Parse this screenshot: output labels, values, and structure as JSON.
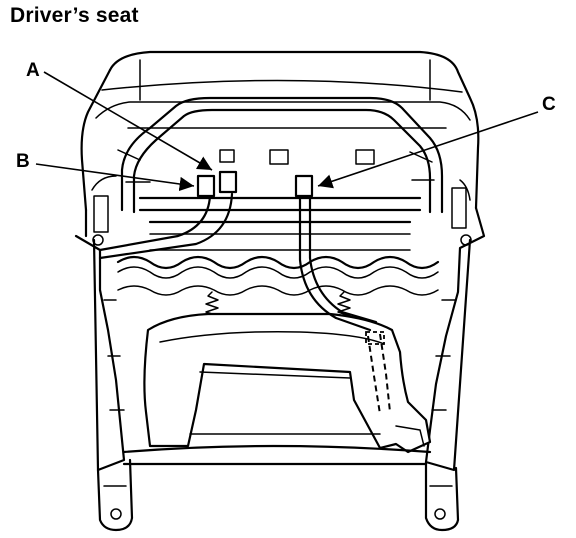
{
  "title": "Driver’s seat",
  "callouts": {
    "a": "A",
    "b": "B",
    "c": "C"
  },
  "colors": {
    "ink": "#000000",
    "paper": "#ffffff"
  }
}
